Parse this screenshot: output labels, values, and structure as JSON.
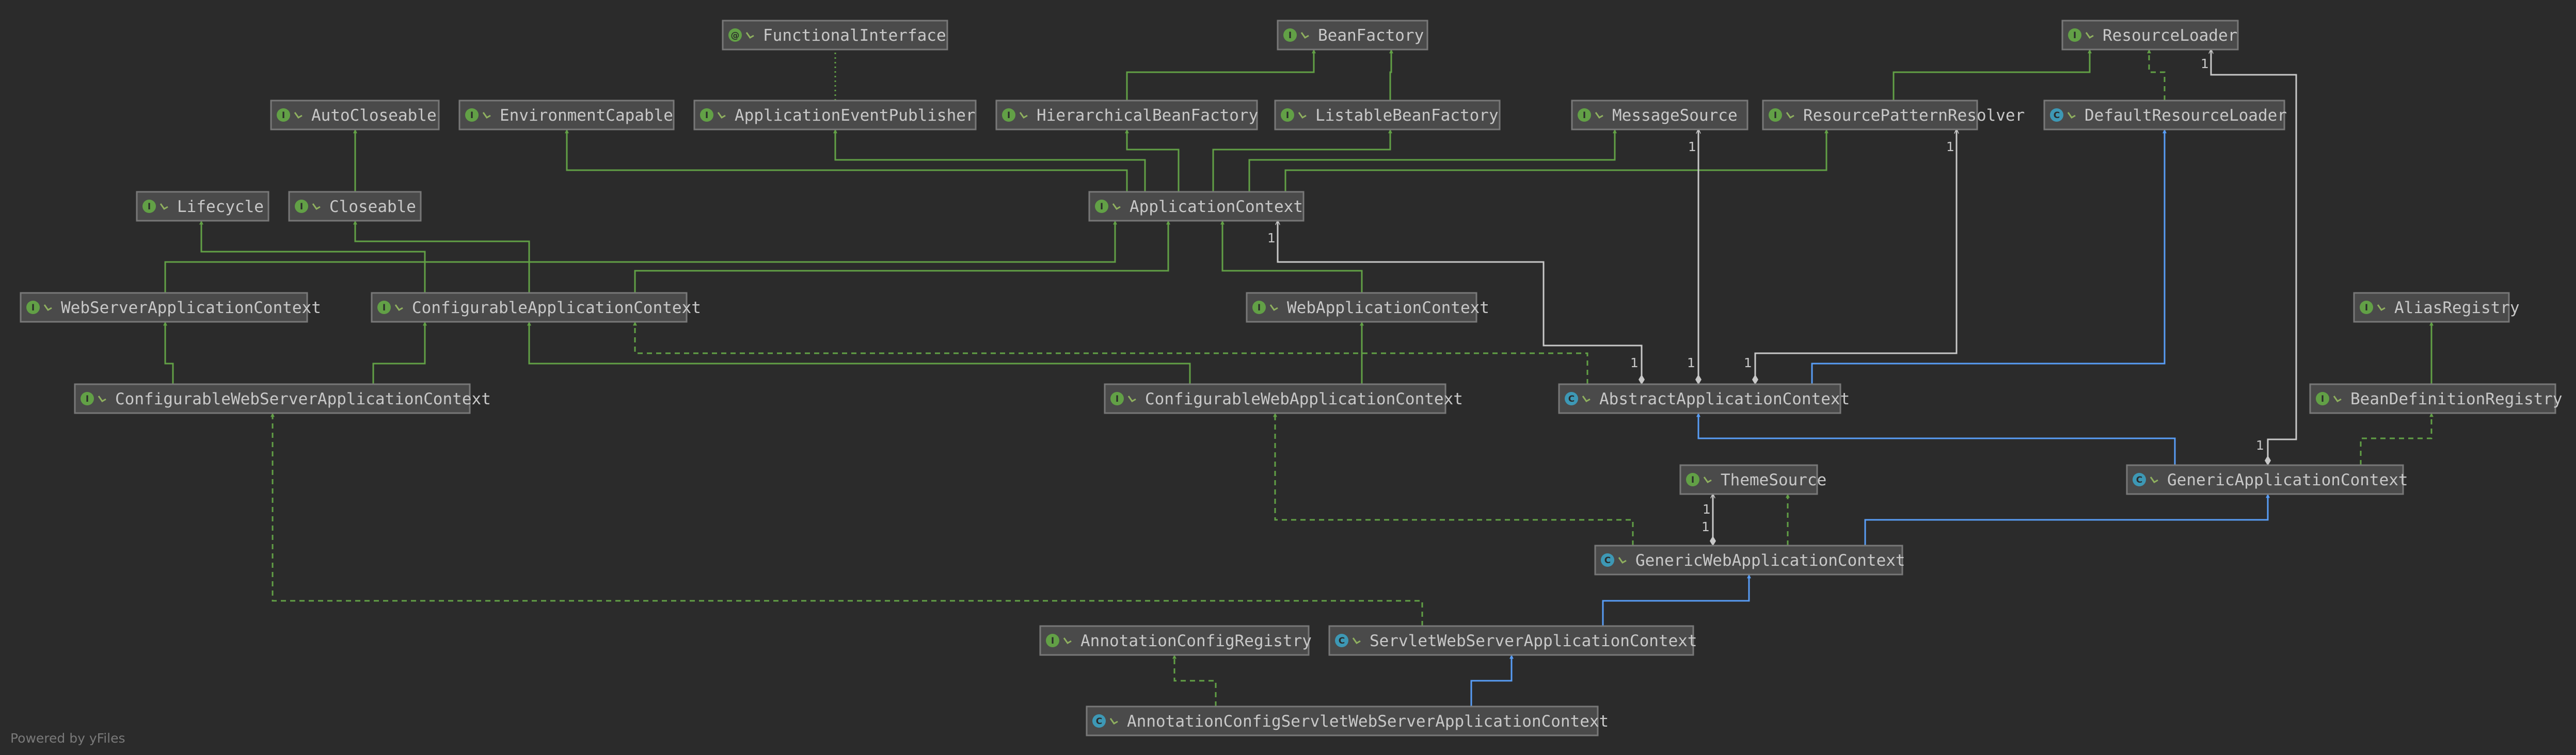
{
  "footer": "Powered by yFiles",
  "colors": {
    "background": "#2b2b2b",
    "interface_badge": "#62a046",
    "class_badge": "#3d98b5",
    "extends_edge": "#589df6",
    "implements_edge": "#62a046",
    "dependency_edge": "#c8c8c8",
    "node_fill": "#4a4a4a",
    "node_border": "#787878",
    "label_text": "#c8c8c8"
  },
  "badge_letters": {
    "interface": "I",
    "class": "C",
    "annotation": "@"
  },
  "nodes": [
    {
      "id": "FunctionalInterface",
      "label": "FunctionalInterface",
      "kind": "annotation"
    },
    {
      "id": "BeanFactory",
      "label": "BeanFactory",
      "kind": "interface"
    },
    {
      "id": "ResourceLoader",
      "label": "ResourceLoader",
      "kind": "interface"
    },
    {
      "id": "AutoCloseable",
      "label": "AutoCloseable",
      "kind": "interface"
    },
    {
      "id": "EnvironmentCapable",
      "label": "EnvironmentCapable",
      "kind": "interface"
    },
    {
      "id": "ApplicationEventPublisher",
      "label": "ApplicationEventPublisher",
      "kind": "interface"
    },
    {
      "id": "HierarchicalBeanFactory",
      "label": "HierarchicalBeanFactory",
      "kind": "interface"
    },
    {
      "id": "ListableBeanFactory",
      "label": "ListableBeanFactory",
      "kind": "interface"
    },
    {
      "id": "MessageSource",
      "label": "MessageSource",
      "kind": "interface"
    },
    {
      "id": "ResourcePatternResolver",
      "label": "ResourcePatternResolver",
      "kind": "interface"
    },
    {
      "id": "DefaultResourceLoader",
      "label": "DefaultResourceLoader",
      "kind": "class"
    },
    {
      "id": "Lifecycle",
      "label": "Lifecycle",
      "kind": "interface"
    },
    {
      "id": "Closeable",
      "label": "Closeable",
      "kind": "interface"
    },
    {
      "id": "ApplicationContext",
      "label": "ApplicationContext",
      "kind": "interface"
    },
    {
      "id": "WebServerApplicationContext",
      "label": "WebServerApplicationContext",
      "kind": "interface"
    },
    {
      "id": "ConfigurableApplicationContext",
      "label": "ConfigurableApplicationContext",
      "kind": "interface"
    },
    {
      "id": "WebApplicationContext",
      "label": "WebApplicationContext",
      "kind": "interface"
    },
    {
      "id": "AliasRegistry",
      "label": "AliasRegistry",
      "kind": "interface"
    },
    {
      "id": "ConfigurableWebServerApplicationContext",
      "label": "ConfigurableWebServerApplicationContext",
      "kind": "interface"
    },
    {
      "id": "ConfigurableWebApplicationContext",
      "label": "ConfigurableWebApplicationContext",
      "kind": "interface"
    },
    {
      "id": "AbstractApplicationContext",
      "label": "AbstractApplicationContext",
      "kind": "class"
    },
    {
      "id": "BeanDefinitionRegistry",
      "label": "BeanDefinitionRegistry",
      "kind": "interface"
    },
    {
      "id": "ThemeSource",
      "label": "ThemeSource",
      "kind": "interface"
    },
    {
      "id": "GenericApplicationContext",
      "label": "GenericApplicationContext",
      "kind": "class"
    },
    {
      "id": "GenericWebApplicationContext",
      "label": "GenericWebApplicationContext",
      "kind": "class"
    },
    {
      "id": "AnnotationConfigRegistry",
      "label": "AnnotationConfigRegistry",
      "kind": "interface"
    },
    {
      "id": "ServletWebServerApplicationContext",
      "label": "ServletWebServerApplicationContext",
      "kind": "class"
    },
    {
      "id": "AnnotationConfigServletWebServerApplicationContext",
      "label": "AnnotationConfigServletWebServerApplicationContext",
      "kind": "class"
    }
  ],
  "edges": [
    {
      "from": "HierarchicalBeanFactory",
      "to": "BeanFactory",
      "type": "extends-interface"
    },
    {
      "from": "ListableBeanFactory",
      "to": "BeanFactory",
      "type": "extends-interface"
    },
    {
      "from": "ResourcePatternResolver",
      "to": "ResourceLoader",
      "type": "extends-interface"
    },
    {
      "from": "DefaultResourceLoader",
      "to": "ResourceLoader",
      "type": "implements"
    },
    {
      "from": "ApplicationEventPublisher",
      "to": "FunctionalInterface",
      "type": "annotated-by"
    },
    {
      "from": "Closeable",
      "to": "AutoCloseable",
      "type": "extends-interface"
    },
    {
      "from": "ApplicationContext",
      "to": "EnvironmentCapable",
      "type": "extends-interface"
    },
    {
      "from": "ApplicationContext",
      "to": "ApplicationEventPublisher",
      "type": "extends-interface"
    },
    {
      "from": "ApplicationContext",
      "to": "HierarchicalBeanFactory",
      "type": "extends-interface"
    },
    {
      "from": "ApplicationContext",
      "to": "ListableBeanFactory",
      "type": "extends-interface"
    },
    {
      "from": "ApplicationContext",
      "to": "MessageSource",
      "type": "extends-interface"
    },
    {
      "from": "ApplicationContext",
      "to": "ResourcePatternResolver",
      "type": "extends-interface"
    },
    {
      "from": "WebServerApplicationContext",
      "to": "ApplicationContext",
      "type": "extends-interface"
    },
    {
      "from": "ConfigurableApplicationContext",
      "to": "ApplicationContext",
      "type": "extends-interface"
    },
    {
      "from": "ConfigurableApplicationContext",
      "to": "Lifecycle",
      "type": "extends-interface"
    },
    {
      "from": "ConfigurableApplicationContext",
      "to": "Closeable",
      "type": "extends-interface"
    },
    {
      "from": "WebApplicationContext",
      "to": "ApplicationContext",
      "type": "extends-interface"
    },
    {
      "from": "ConfigurableWebServerApplicationContext",
      "to": "WebServerApplicationContext",
      "type": "extends-interface"
    },
    {
      "from": "ConfigurableWebServerApplicationContext",
      "to": "ConfigurableApplicationContext",
      "type": "extends-interface"
    },
    {
      "from": "ConfigurableWebApplicationContext",
      "to": "WebApplicationContext",
      "type": "extends-interface"
    },
    {
      "from": "ConfigurableWebApplicationContext",
      "to": "ConfigurableApplicationContext",
      "type": "extends-interface"
    },
    {
      "from": "AbstractApplicationContext",
      "to": "ConfigurableApplicationContext",
      "type": "implements"
    },
    {
      "from": "AbstractApplicationContext",
      "to": "DefaultResourceLoader",
      "type": "extends"
    },
    {
      "from": "AbstractApplicationContext",
      "to": "ApplicationContext",
      "type": "association",
      "multiplicity": [
        "1",
        "1"
      ]
    },
    {
      "from": "AbstractApplicationContext",
      "to": "MessageSource",
      "type": "association",
      "multiplicity": [
        "1",
        "1"
      ]
    },
    {
      "from": "AbstractApplicationContext",
      "to": "ResourcePatternResolver",
      "type": "association",
      "multiplicity": [
        "1",
        "1"
      ]
    },
    {
      "from": "BeanDefinitionRegistry",
      "to": "AliasRegistry",
      "type": "extends-interface"
    },
    {
      "from": "GenericApplicationContext",
      "to": "AbstractApplicationContext",
      "type": "extends"
    },
    {
      "from": "GenericApplicationContext",
      "to": "BeanDefinitionRegistry",
      "type": "implements"
    },
    {
      "from": "GenericApplicationContext",
      "to": "ResourceLoader",
      "type": "association",
      "multiplicity": [
        "1",
        "1"
      ]
    },
    {
      "from": "GenericWebApplicationContext",
      "to": "GenericApplicationContext",
      "type": "extends"
    },
    {
      "from": "GenericWebApplicationContext",
      "to": "ThemeSource",
      "type": "implements"
    },
    {
      "from": "GenericWebApplicationContext",
      "to": "ConfigurableWebApplicationContext",
      "type": "implements"
    },
    {
      "from": "GenericWebApplicationContext",
      "to": "ThemeSource",
      "type": "association",
      "multiplicity": [
        "1",
        "1"
      ]
    },
    {
      "from": "ServletWebServerApplicationContext",
      "to": "GenericWebApplicationContext",
      "type": "extends"
    },
    {
      "from": "ServletWebServerApplicationContext",
      "to": "ConfigurableWebServerApplicationContext",
      "type": "implements"
    },
    {
      "from": "AnnotationConfigServletWebServerApplicationContext",
      "to": "ServletWebServerApplicationContext",
      "type": "extends"
    },
    {
      "from": "AnnotationConfigServletWebServerApplicationContext",
      "to": "AnnotationConfigRegistry",
      "type": "implements"
    }
  ]
}
